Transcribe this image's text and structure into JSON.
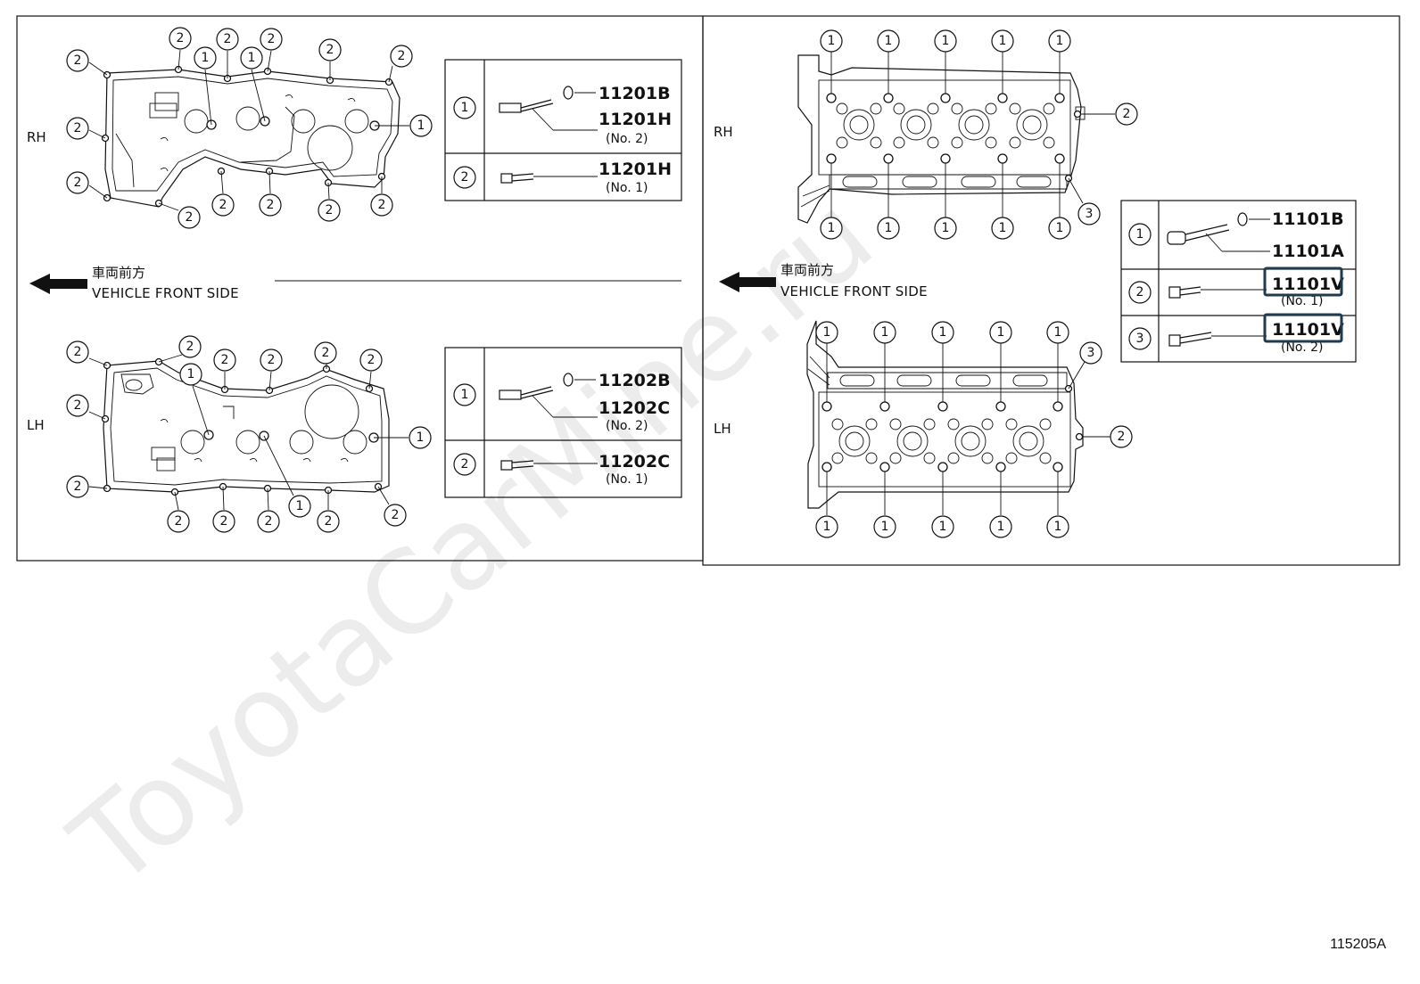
{
  "labels": {
    "rh": "RH",
    "lh": "LH",
    "front_jp": "車両前方",
    "front_en": "VEHICLE FRONT SIDE"
  },
  "callouts": {
    "one": "1",
    "two": "2",
    "three": "3"
  },
  "tables": {
    "cover_rh": {
      "row1": {
        "key": "1",
        "part1": "11201B",
        "part2": "11201H",
        "note": "(No. 2)"
      },
      "row2": {
        "key": "2",
        "part1": "11201H",
        "note": "(No. 1)"
      }
    },
    "cover_lh": {
      "row1": {
        "key": "1",
        "part1": "11202B",
        "part2": "11202C",
        "note": "(No. 2)"
      },
      "row2": {
        "key": "2",
        "part1": "11202C",
        "note": "(No. 1)"
      }
    },
    "head": {
      "row1": {
        "key": "1",
        "part1": "11101B",
        "part2": "11101A"
      },
      "row2": {
        "key": "2",
        "part1": "11101V",
        "note": "(No. 1)"
      },
      "row3": {
        "key": "3",
        "part1": "11101V",
        "note": "(No. 2)"
      }
    }
  },
  "highlight_color": "#1f3b4d",
  "watermark": "ToyotaCarMine.ru",
  "figure_code": "115205A"
}
